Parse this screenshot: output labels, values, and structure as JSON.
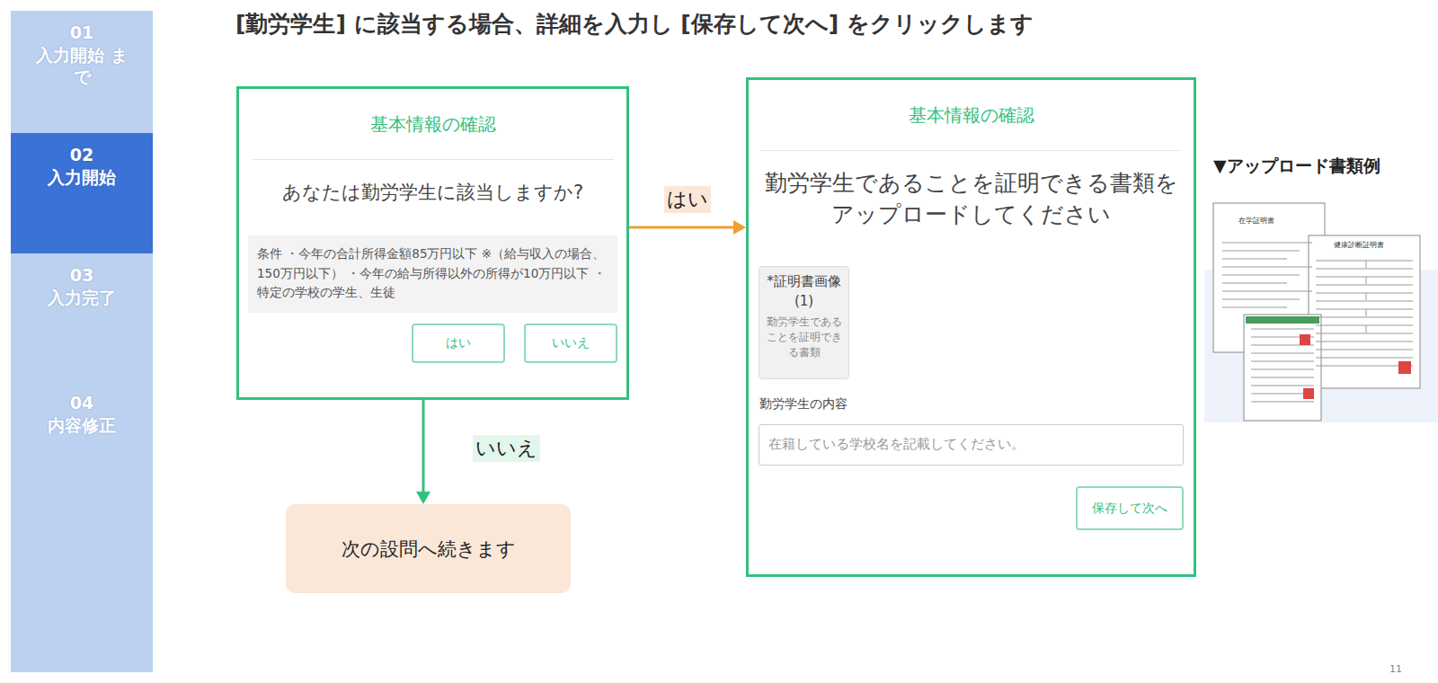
{
  "diagram": {
    "title": "[勤労学生] に該当する場合、詳細を入力し [保存して次へ] をクリックします",
    "nodes": [
      {
        "text": [
          "01",
          "入力開始 まで"
        ]
      },
      {
        "text": [
          "02",
          "入力開始"
        ]
      },
      {
        "text": [
          "03",
          "入力完了"
        ]
      },
      {
        "text": [
          "04",
          "内容修正"
        ]
      },
      {
        "text": [
          "基本情報の確認",
          "あなたは勤労学生に該当しますか?"
        ]
      },
      {
        "text": [
          "条件 ・今年の合計所得金額85万円以下 ※（給与収入の場合、150万円以下） ・今年の給与所得以外の所得が10万円以下 ・特定の学校の学生、生徒"
        ],
        "in": 4
      },
      {
        "text": [
          "はい"
        ],
        "in": 4
      },
      {
        "text": [
          "いいえ"
        ],
        "in": 4
      },
      {
        "text": [
          "次の設問へ続きます"
        ]
      },
      {
        "text": [
          "基本情報の確認",
          "勤労学生であることを証明できる書類をアップロードしてください"
        ]
      },
      {
        "text": [
          "*証明書画像 (1)",
          "勤労学生であることを証明できる書類"
        ],
        "in": 9
      },
      {
        "text": [
          "勤労学生の内容",
          "在籍している学校名を記載してください。"
        ],
        "in": 9
      },
      {
        "text": [
          "保存して次へ"
        ],
        "in": 9
      }
    ],
    "edges": [
      {
        "from": 4,
        "to": 9,
        "label": "はい",
        "arrow": "to"
      },
      {
        "from": 4,
        "to": 8,
        "label": "いいえ",
        "arrow": "to"
      }
    ],
    "labels": [
      "▼アップロード書類例",
      "在学証明書",
      "健康診断証明書",
      "11"
    ]
  }
}
